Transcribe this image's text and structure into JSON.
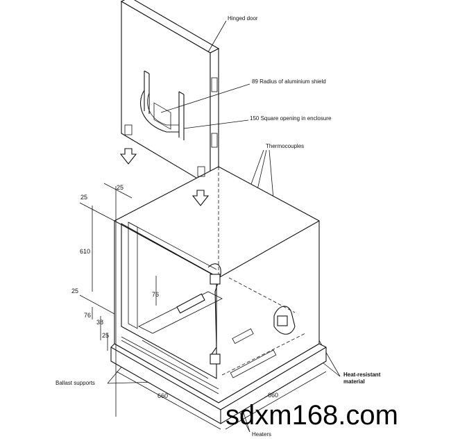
{
  "labels": {
    "hinged_door": "Hinged door",
    "shield_radius": "89 Radius of aluminium shield",
    "square_opening": "150 Square opening in enclosure",
    "thermocouples": "Thermocouples",
    "ballast_supports": "Ballast supports",
    "heat_resistant_1": "Heat-resistant",
    "heat_resistant_2": "material",
    "heaters": "Heaters"
  },
  "dimensions": {
    "frame_width_top": "25",
    "frame_depth_top": "25",
    "height": "610",
    "bottom_frame": "25",
    "support_height": "76",
    "gap_76": "76",
    "gap_38": "38",
    "gap_25": "25",
    "width_left": "660",
    "width_right": "660"
  },
  "watermark": "sdxm168.com"
}
